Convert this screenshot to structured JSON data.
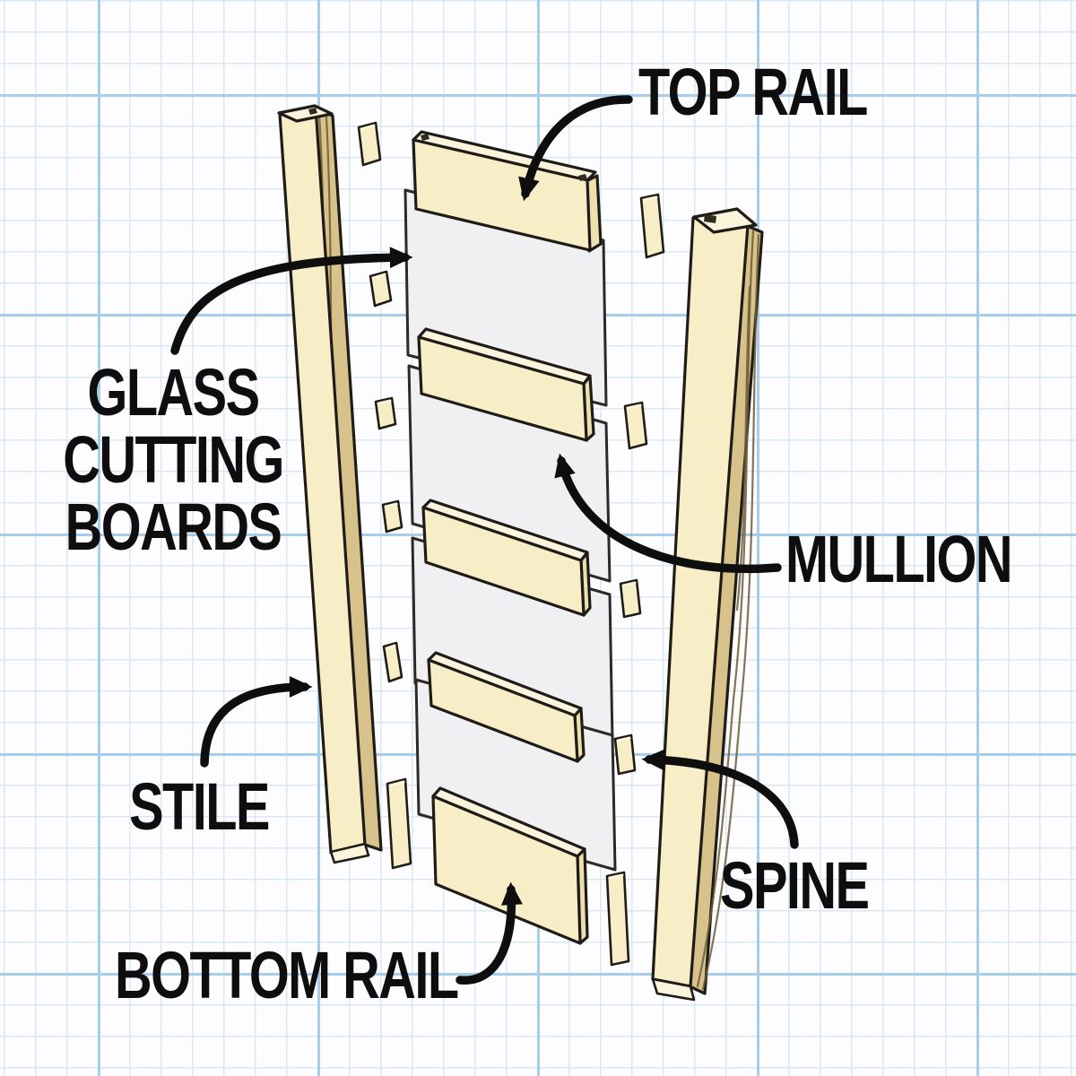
{
  "labels": {
    "top_rail": "TOP RAIL",
    "glass_lines": [
      "GLASS",
      "CUTTING",
      "BOARDS"
    ],
    "mullion": "MULLION",
    "stile": "STILE",
    "spine": "SPINE",
    "bottom_rail": "BOTTOM RAIL"
  },
  "colors": {
    "wood": "#f7edc6",
    "wood_light": "#fbf4dc",
    "wood_edge": "#ece0ae",
    "grain": "#d8c28b",
    "glass": "#f0f0f2",
    "outline": "#1f1c18",
    "arrow": "#0e0e0e",
    "grid_minor": "#d8e8f5",
    "grid_major": "#a7cdea",
    "background": "#fdfdff"
  }
}
